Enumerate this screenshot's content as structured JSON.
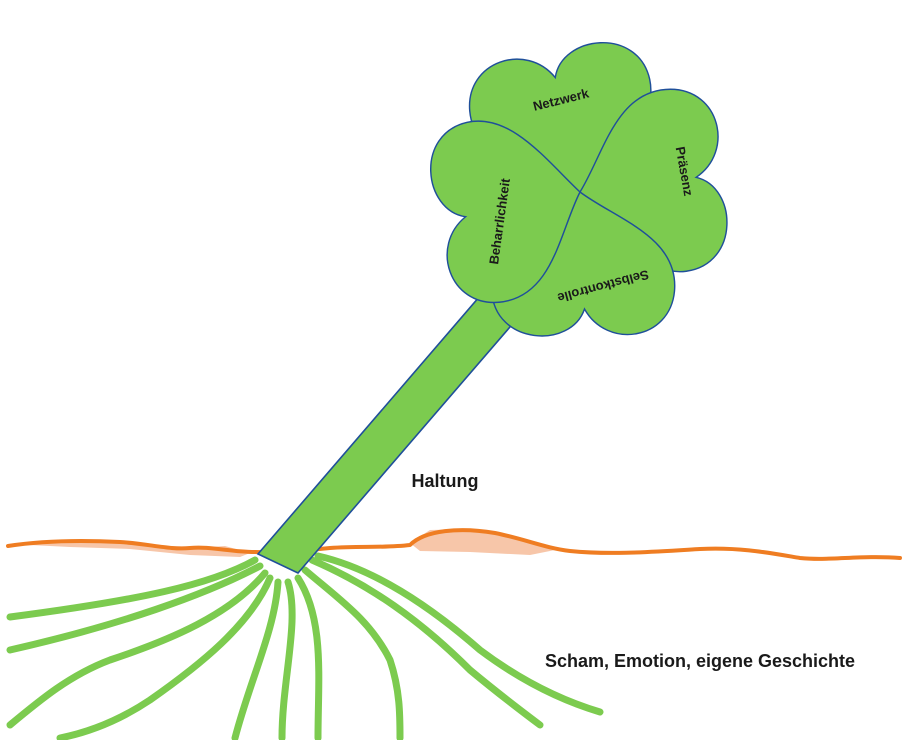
{
  "colors": {
    "leaf": "#7ccb4f",
    "outline": "#1f4f9a",
    "roots": "#7ccb4f",
    "ground": "#ef7d22",
    "ground_fill": "#f5b894",
    "text": "#1a1a1a"
  },
  "leaves": {
    "top": "Netzwerk",
    "right": "Präsenz",
    "bottom": "Selbstkontrolle",
    "left": "Beharrlichkeit"
  },
  "labels": {
    "stem": "Haltung",
    "roots": "Scham, Emotion, eigene Geschichte"
  }
}
